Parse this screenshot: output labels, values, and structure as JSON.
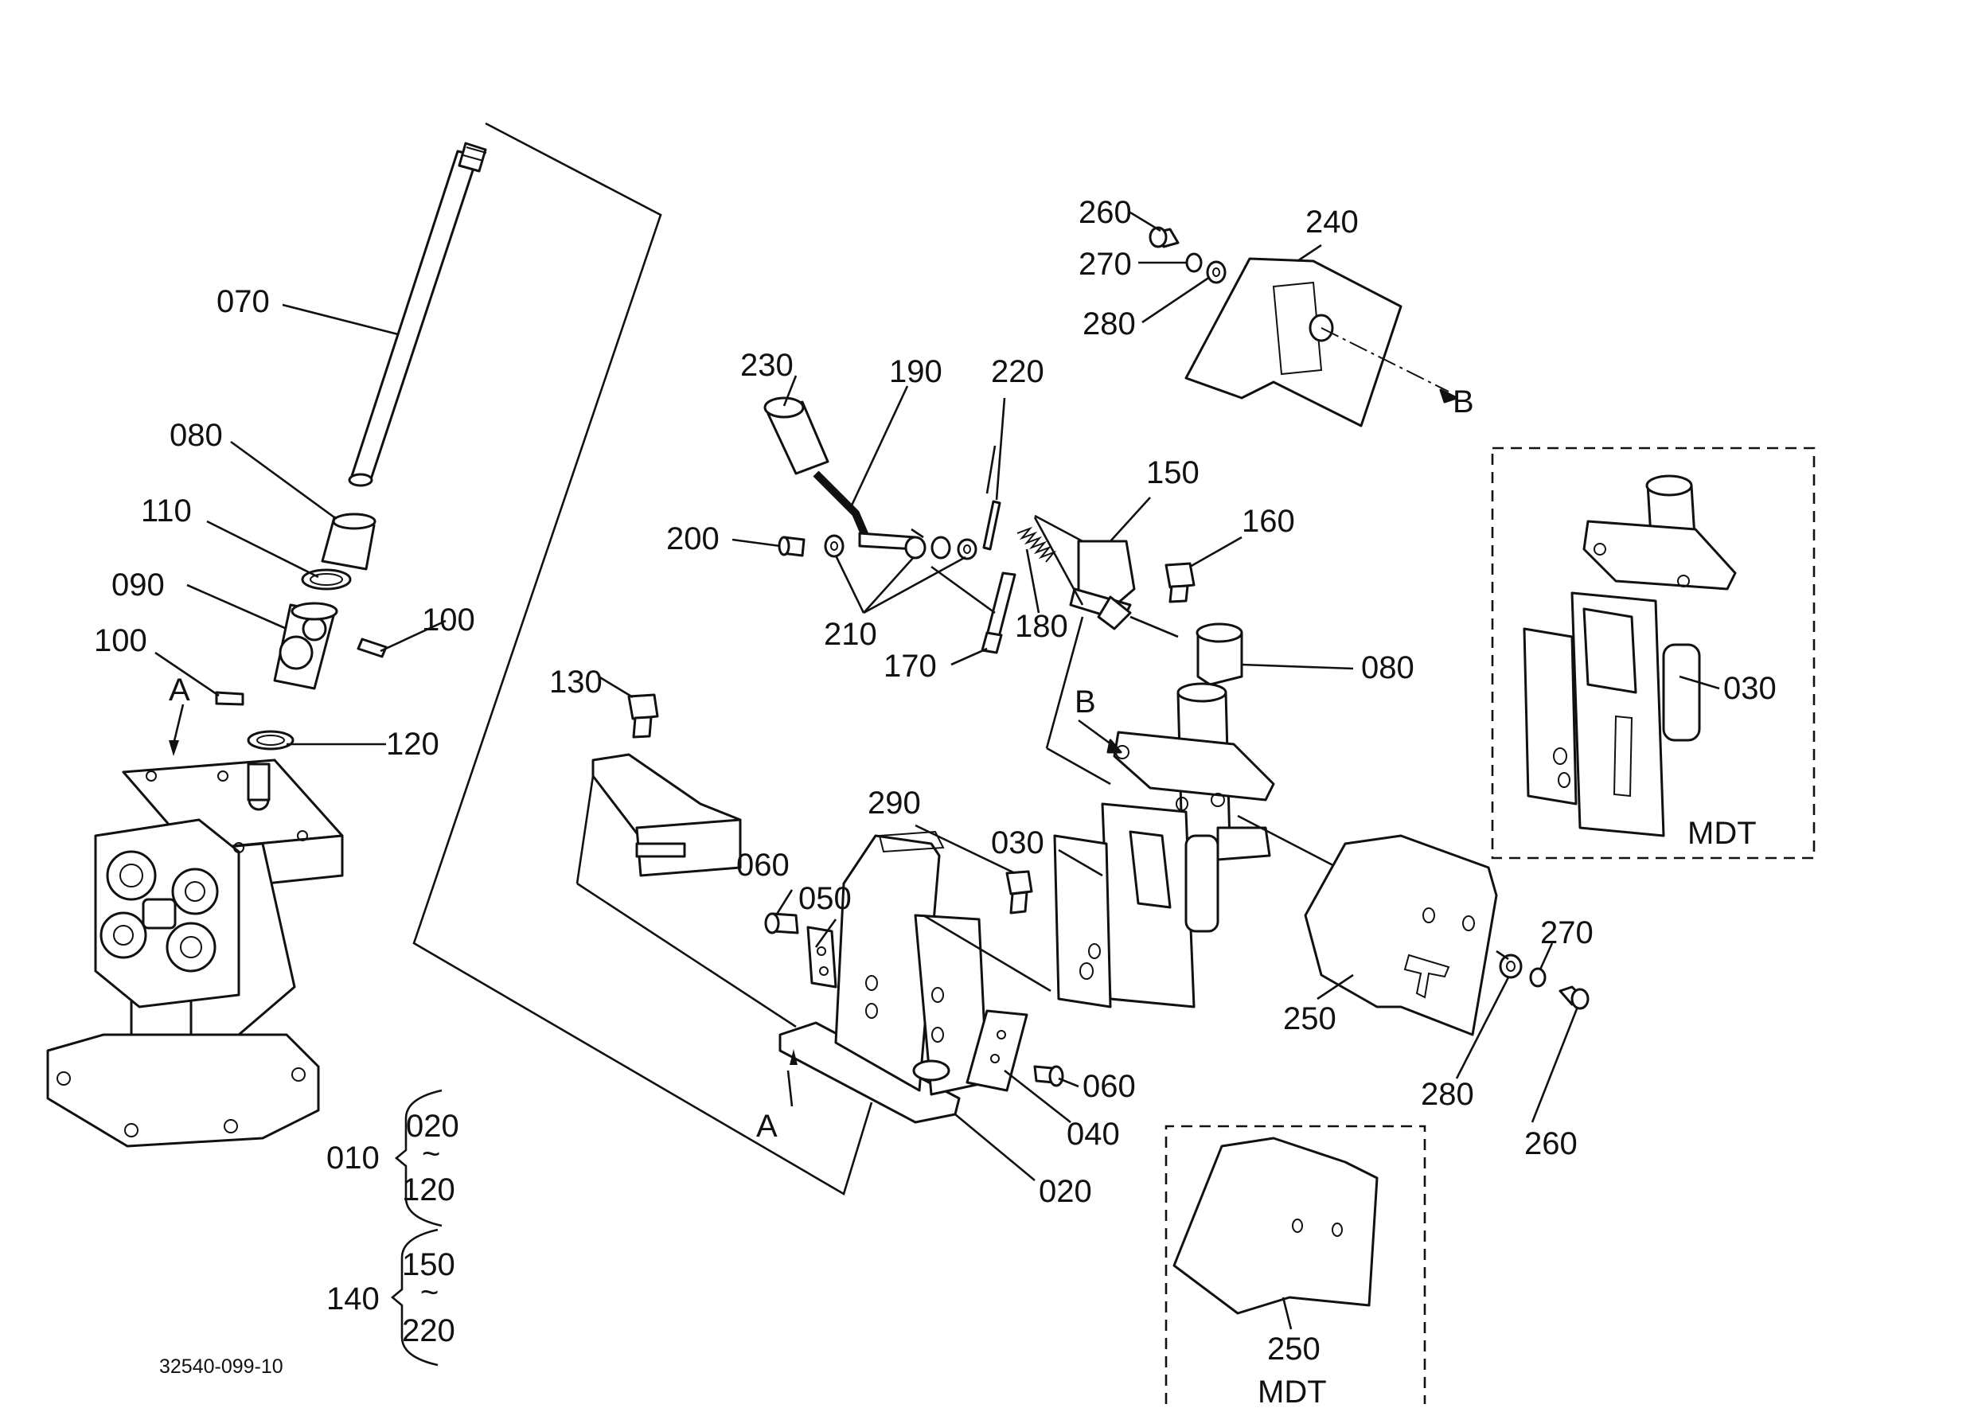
{
  "drawing_number": "32540-099-10",
  "mdt_label": "MDT",
  "group_ranges": [
    {
      "parent": "010",
      "from": "020",
      "to": "120",
      "sep": "~"
    },
    {
      "parent": "140",
      "from": "150",
      "to": "220",
      "sep": "~"
    }
  ],
  "callouts": [
    "070",
    "080",
    "110",
    "090",
    "100",
    "100",
    "A",
    "120",
    "260",
    "270",
    "280",
    "240",
    "B",
    "230",
    "190",
    "220",
    "200",
    "210",
    "170",
    "180",
    "150",
    "160",
    "080",
    "B",
    "130",
    "290",
    "030",
    "060",
    "050",
    "060",
    "040",
    "A",
    "020",
    "030",
    "250",
    "270",
    "280",
    "260",
    "250"
  ]
}
